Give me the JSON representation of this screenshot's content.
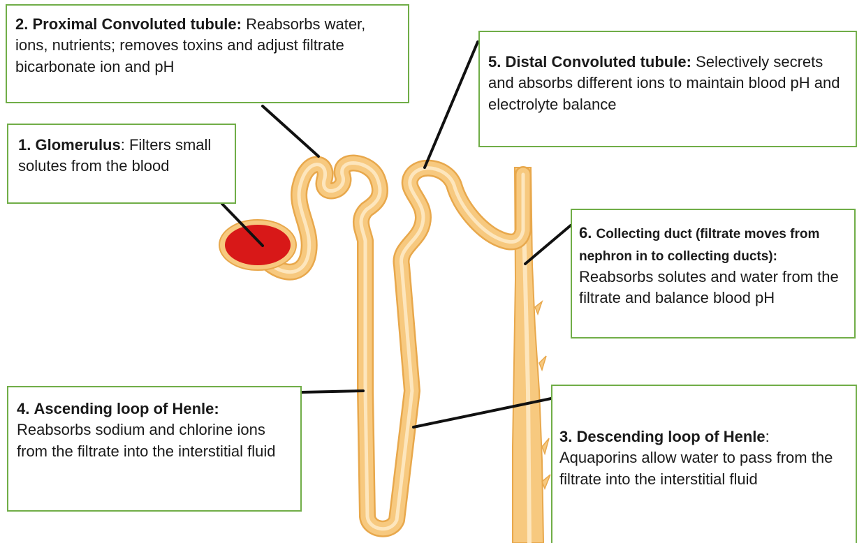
{
  "colors": {
    "tubule_fill": "#f7c97f",
    "tubule_edge": "#e8a84c",
    "glomerulus_fill": "#d81818",
    "box_border": "#70ad47",
    "leader_line": "#111111"
  },
  "labels": {
    "proximal": {
      "num": "2.",
      "title": "Proximal Convoluted tubule:",
      "text": "Reabsorbs water, ions, nutrients; removes toxins and adjust filtrate bicarbonate ion and pH"
    },
    "glomerulus": {
      "num": "1.",
      "title": "Glomerulus",
      "text": ": Filters small solutes from the blood"
    },
    "distal": {
      "num": "5.",
      "title": "Distal Convoluted tubule:",
      "text": "Selectively secrets and absorbs different ions to maintain blood pH and electrolyte balance"
    },
    "collecting": {
      "num": "6.",
      "title": "Collecting duct (filtrate moves from nephron in to collecting ducts):",
      "text": "Reabsorbs solutes and water from the filtrate and balance blood pH"
    },
    "ascending": {
      "num": "4.",
      "title": "Ascending loop of Henle:",
      "text": "Reabsorbs sodium and chlorine ions from the filtrate into the interstitial fluid"
    },
    "descending": {
      "num": "3",
      "title": ". Descending loop of Henle",
      "text": "Aquaporins allow water to pass from the filtrate into the interstitial fluid",
      "colon": ":"
    }
  }
}
